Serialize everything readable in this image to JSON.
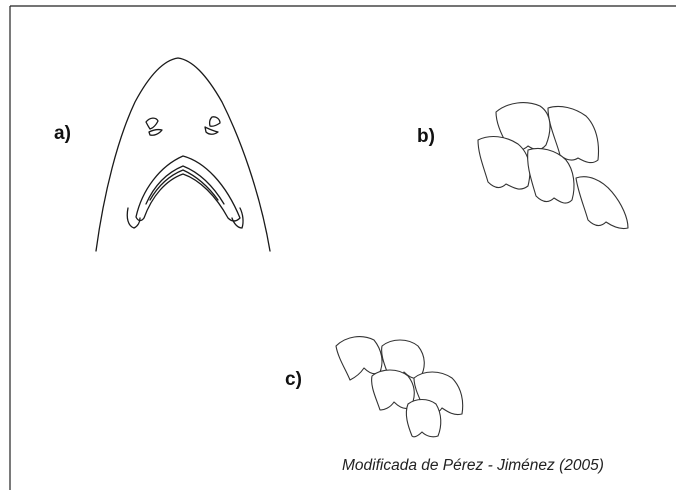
{
  "labels": {
    "a": "a)",
    "b": "b)",
    "c": "c)"
  },
  "caption": "Modificada de Pérez - Jiménez (2005)"
}
